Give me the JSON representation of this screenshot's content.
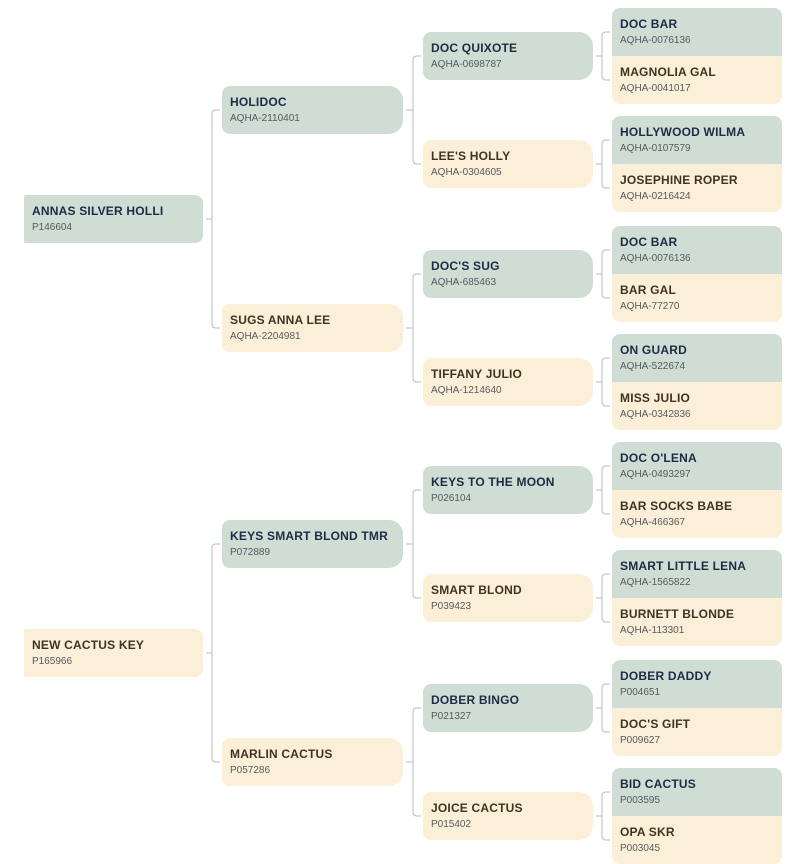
{
  "pedigrees": [
    {
      "name": "ANNAS SILVER HOLLI",
      "reg": "P146604",
      "sire": {
        "name": "HOLIDOC",
        "reg": "AQHA-2110401",
        "sire": {
          "name": "DOC QUIXOTE",
          "reg": "AQHA-0698787",
          "sire": {
            "name": "DOC BAR",
            "reg": "AQHA-0076136"
          },
          "dam": {
            "name": "MAGNOLIA GAL",
            "reg": "AQHA-0041017"
          }
        },
        "dam": {
          "name": "LEE'S HOLLY",
          "reg": "AQHA-0304605",
          "sire": {
            "name": "HOLLYWOOD WILMA",
            "reg": "AQHA-0107579"
          },
          "dam": {
            "name": "JOSEPHINE ROPER",
            "reg": "AQHA-0216424"
          }
        }
      },
      "dam": {
        "name": "SUGS ANNA LEE",
        "reg": "AQHA-2204981",
        "sire": {
          "name": "DOC'S SUG",
          "reg": "AQHA-685463",
          "sire": {
            "name": "DOC BAR",
            "reg": "AQHA-0076136"
          },
          "dam": {
            "name": "BAR GAL",
            "reg": "AQHA-77270"
          }
        },
        "dam": {
          "name": "TIFFANY JULIO",
          "reg": "AQHA-1214640",
          "sire": {
            "name": "ON GUARD",
            "reg": "AQHA-522674"
          },
          "dam": {
            "name": "MISS JULIO",
            "reg": "AQHA-0342836"
          }
        }
      }
    },
    {
      "name": "NEW CACTUS KEY",
      "reg": "P165966",
      "sire": {
        "name": "KEYS SMART BLOND TMR",
        "reg": "P072889",
        "sire": {
          "name": "KEYS TO THE MOON",
          "reg": "P026104",
          "sire": {
            "name": "DOC O'LENA",
            "reg": "AQHA-0493297"
          },
          "dam": {
            "name": "BAR SOCKS BABE",
            "reg": "AQHA-466367"
          }
        },
        "dam": {
          "name": "SMART BLOND",
          "reg": "P039423",
          "sire": {
            "name": "SMART LITTLE LENA",
            "reg": "AQHA-1565822"
          },
          "dam": {
            "name": "BURNETT BLONDE",
            "reg": "AQHA-113301"
          }
        }
      },
      "dam": {
        "name": "MARLIN CACTUS",
        "reg": "P057286",
        "sire": {
          "name": "DOBER BINGO",
          "reg": "P021327",
          "sire": {
            "name": "DOBER DADDY",
            "reg": "P004651"
          },
          "dam": {
            "name": "DOC'S GIFT",
            "reg": "P009627"
          }
        },
        "dam": {
          "name": "JOICE CACTUS",
          "reg": "P015402",
          "sire": {
            "name": "BID CACTUS",
            "reg": "P003595"
          },
          "dam": {
            "name": "OPA SKR",
            "reg": "P003045"
          }
        }
      }
    }
  ]
}
